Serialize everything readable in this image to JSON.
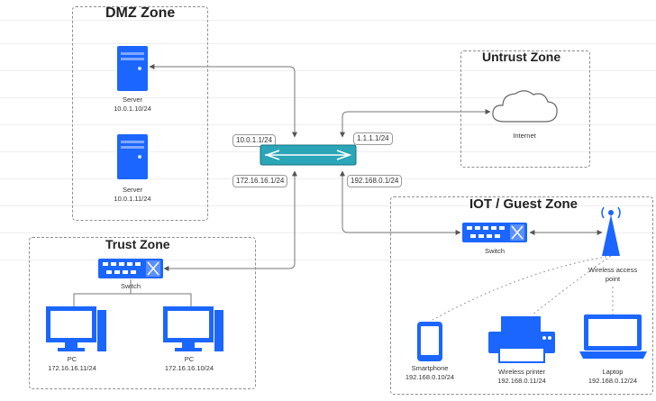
{
  "zones": {
    "dmz": "DMZ Zone",
    "untrust": "Untrust Zone",
    "trust": "Trust Zone",
    "iot": "IOT / Guest Zone"
  },
  "dmz": {
    "server1": {
      "label": "Server",
      "ip": "10.0.1.10/24"
    },
    "server2": {
      "label": "Server",
      "ip": "10.0.1.11/24"
    }
  },
  "untrust": {
    "internet": "Internet"
  },
  "firewall": {
    "if_dmz": "10.0.1.1/24",
    "if_untrust": "1.1.1.1/24",
    "if_trust": "172.16.16.1/24",
    "if_iot": "192.168.0.1/24"
  },
  "trust": {
    "switch": "Switch",
    "pc1": {
      "label": "PC",
      "ip": "172.16.16.11/24"
    },
    "pc2": {
      "label": "PC",
      "ip": "172.16.16.10/24"
    }
  },
  "iot": {
    "switch": "Switch",
    "ap_line1": "Wireless access",
    "ap_line2": "point",
    "smartphone": {
      "label": "Smartphone",
      "ip": "192.168.0.10/24"
    },
    "printer": {
      "label": "Wireless printer",
      "ip": "192.168.0.11/24"
    },
    "laptop": {
      "label": "Laptop",
      "ip": "192.168.0.12/24"
    }
  },
  "colors": {
    "device_blue": "#1b66ff",
    "firewall_teal": "#2aa6b8",
    "zone_border": "#8e8e8e",
    "link_gray": "#777777"
  }
}
